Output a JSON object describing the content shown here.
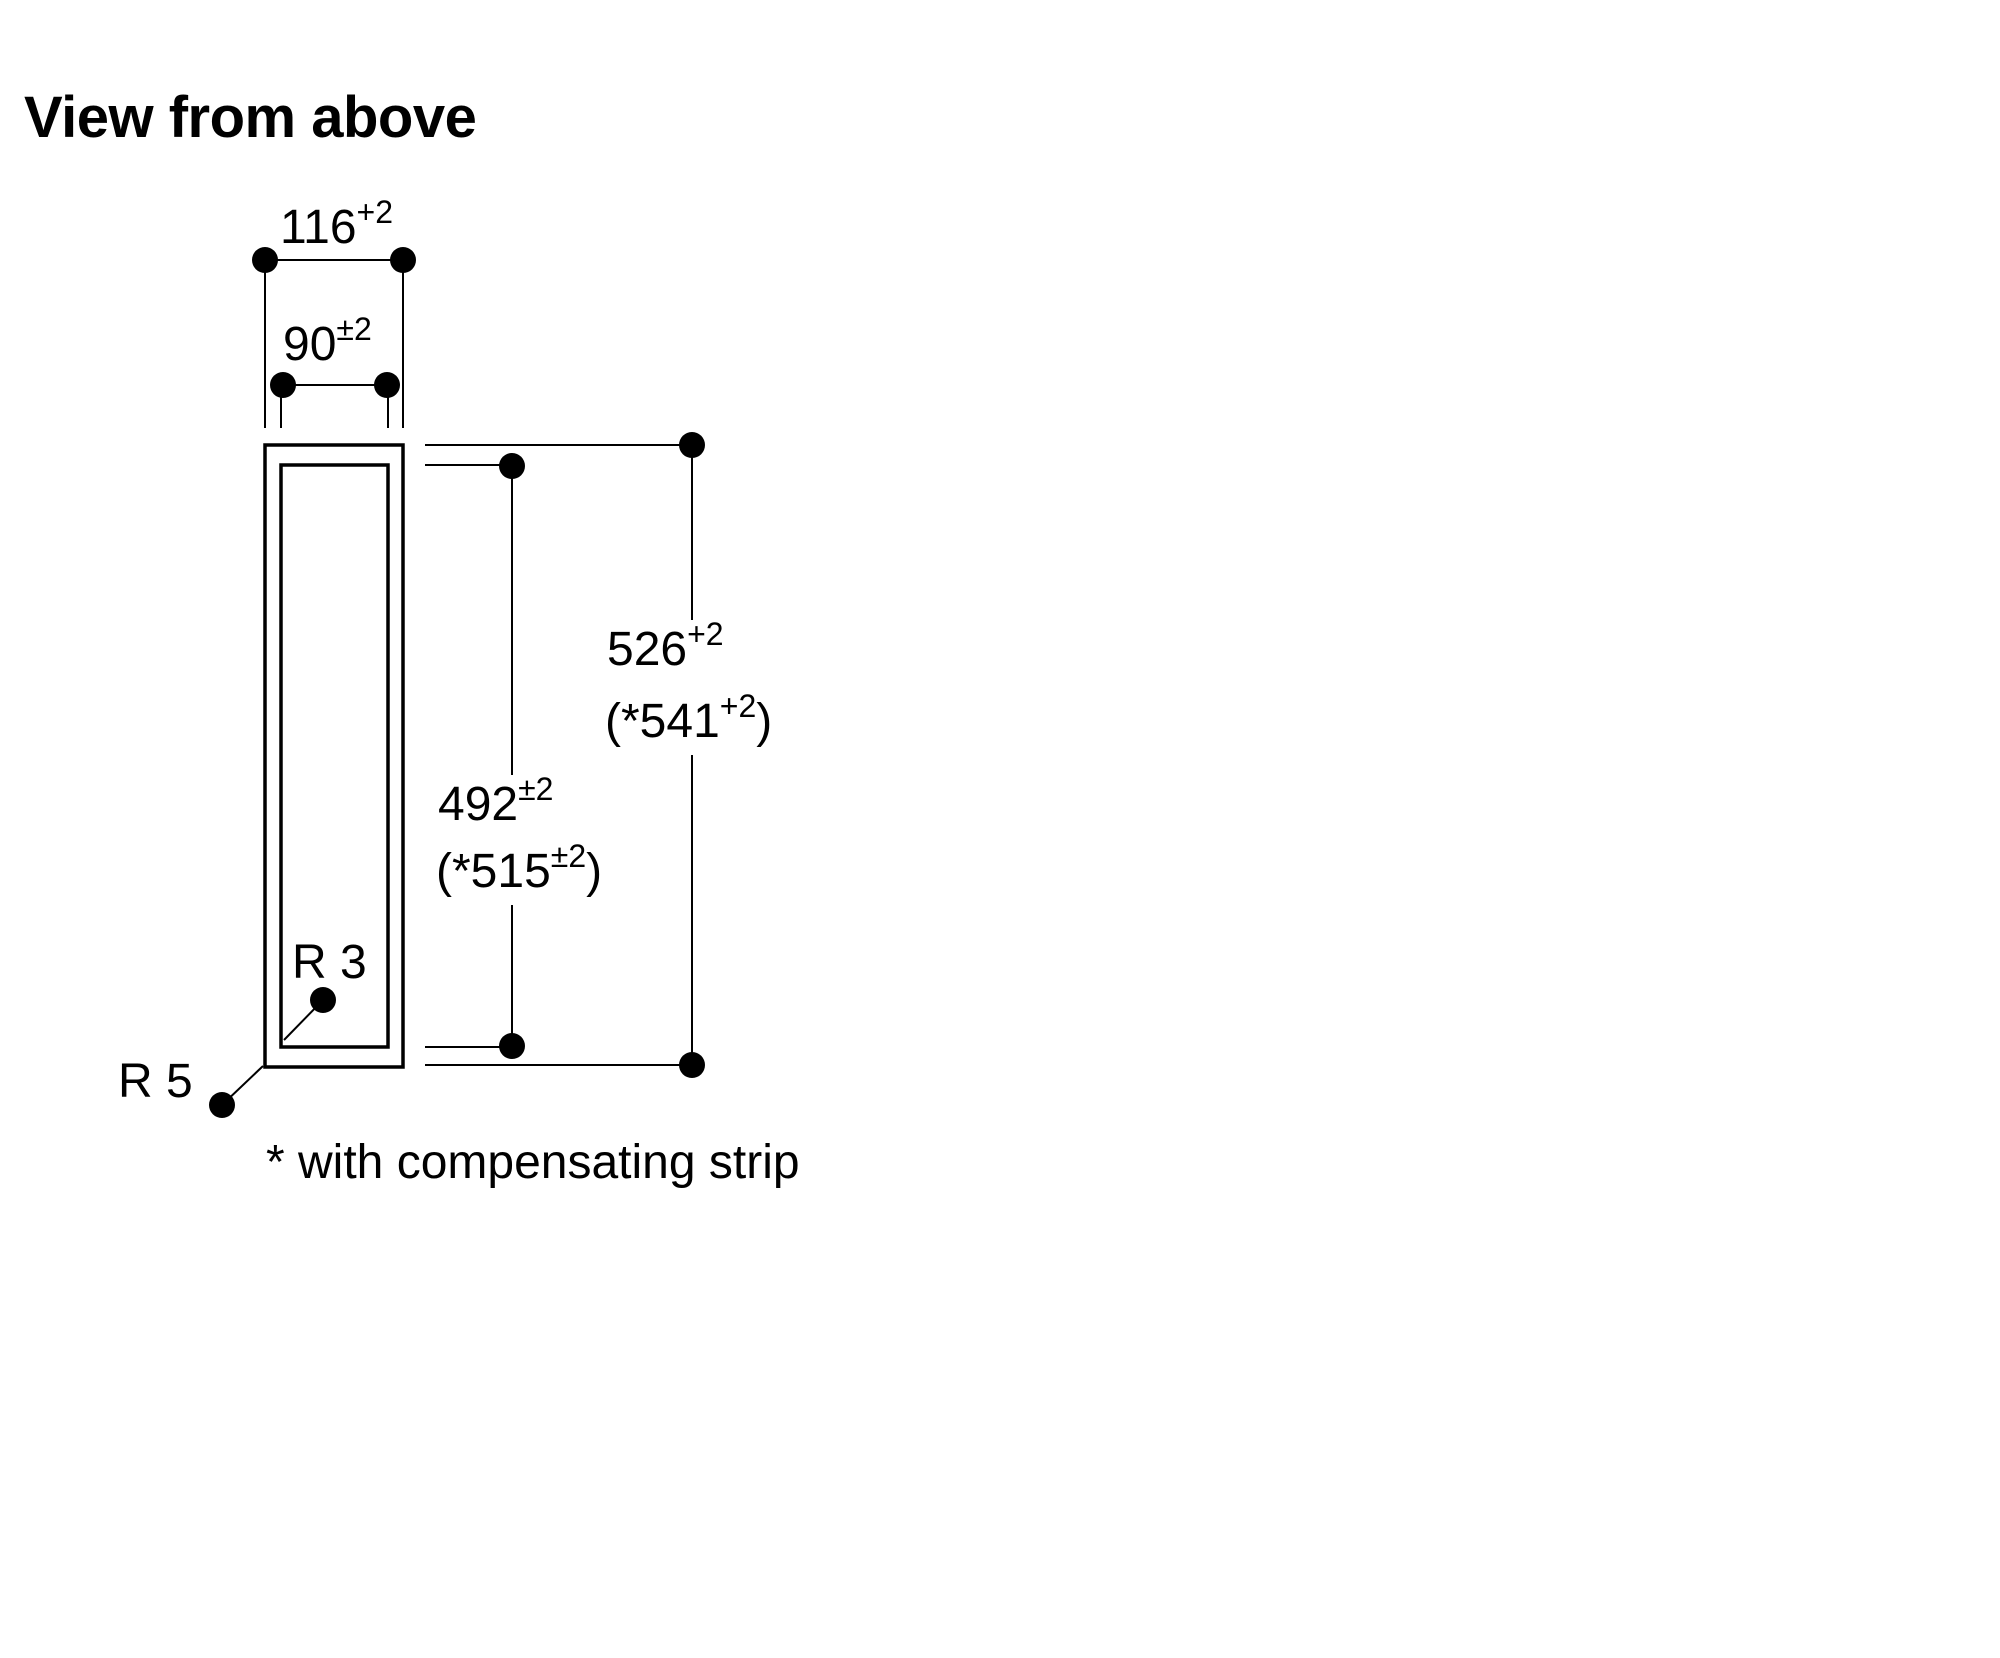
{
  "title": "View from above",
  "dimensions": {
    "outer_width": {
      "value": "116",
      "tolerance": "+2"
    },
    "inner_width": {
      "value": "90",
      "tolerance": "±2"
    },
    "outer_depth": {
      "value": "526",
      "tolerance": "+2",
      "alt_prefix": "(*",
      "alt_value": "541",
      "alt_tolerance": "+2",
      "alt_suffix": ")"
    },
    "inner_depth": {
      "value": "492",
      "tolerance": "±2",
      "alt_prefix": "(*",
      "alt_value": "515",
      "alt_tolerance": "±2",
      "alt_suffix": ")"
    },
    "inner_radius": "R 3",
    "outer_radius": "R 5"
  },
  "footnote": "* with compensating strip"
}
